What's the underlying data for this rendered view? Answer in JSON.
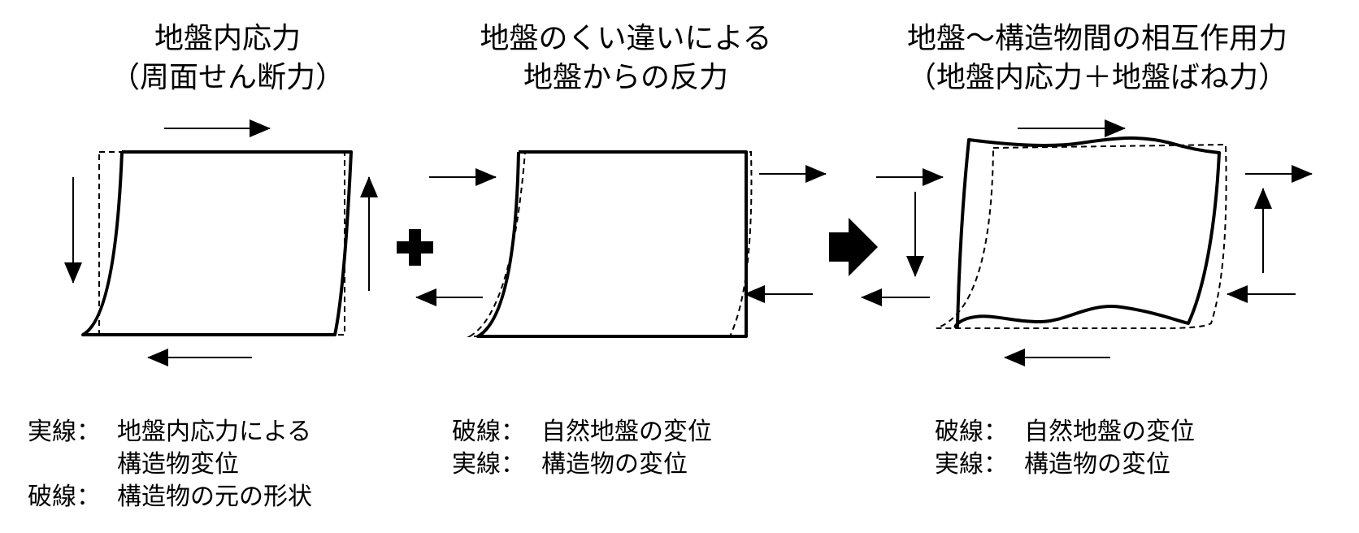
{
  "titles": {
    "panel1": {
      "line1": "地盤内応力",
      "line2": "（周面せん断力）"
    },
    "panel2": {
      "line1": "地盤のくい違いによる",
      "line2": "地盤からの反力"
    },
    "panel3": {
      "line1": "地盤～構造物間の相互作用力",
      "line2": "（地盤内応力＋地盤ばね力）"
    }
  },
  "legends": {
    "panel1": {
      "solid_key": "実線：",
      "solid_text": "地盤内応力による",
      "solid_text_cont": "構造物変位",
      "dashed_key": "破線：",
      "dashed_text": "構造物の元の形状"
    },
    "panel2": {
      "dashed_key": "破線：",
      "dashed_text": "自然地盤の変位",
      "solid_key": "実線：",
      "solid_text": "構造物の変位"
    },
    "panel3": {
      "dashed_key": "破線：",
      "dashed_text": "自然地盤の変位",
      "solid_key": "実線：",
      "solid_text": "構造物の変位"
    }
  },
  "operators": {
    "plus": "plus-icon",
    "then": "block-arrow-right-icon"
  },
  "colors": {
    "line": "#000000",
    "background": "#ffffff"
  }
}
